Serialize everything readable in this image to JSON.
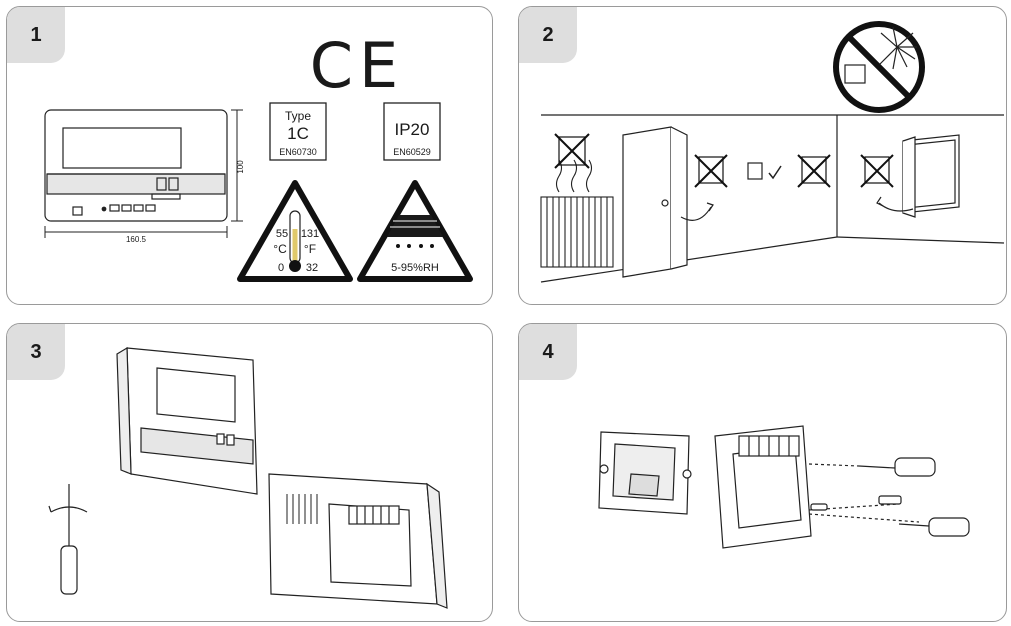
{
  "panels": [
    {
      "number": "1",
      "dim_height": "100",
      "dim_width": "160.5",
      "ce_mark": "CE",
      "type_box": {
        "title": "Type",
        "value": "1C",
        "standard": "EN60730"
      },
      "ip_box": {
        "value": "IP20",
        "standard": "EN60529"
      },
      "temp_warning": {
        "max_c": "55",
        "max_f": "131",
        "unit_c": "°C",
        "unit_f": "°F",
        "min_c": "0",
        "min_f": "32"
      },
      "humidity_warning": {
        "range": "5-95%RH"
      }
    },
    {
      "number": "2"
    },
    {
      "number": "3"
    },
    {
      "number": "4"
    }
  ],
  "icons": [
    "ce-mark-icon",
    "thermometer-warning-icon",
    "humidity-warning-icon",
    "no-direct-sunlight-icon",
    "radiator-icon",
    "door-icon",
    "check-icon",
    "cross-icon",
    "window-icon",
    "screwdriver-icon",
    "thermostat-icon",
    "wall-box-icon",
    "screw-icon"
  ]
}
